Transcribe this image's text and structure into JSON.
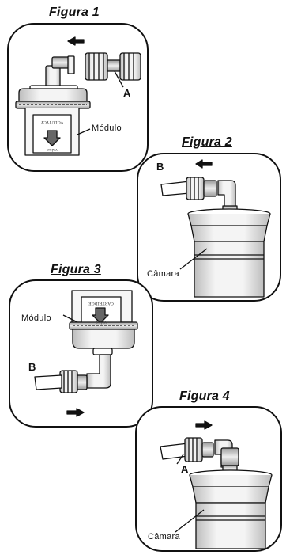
{
  "figures": [
    {
      "title": "Figura 1",
      "labels": {
        "part": "A",
        "component": "Módulo"
      }
    },
    {
      "title": "Figura 2",
      "labels": {
        "part": "B",
        "component": "Câmara"
      }
    },
    {
      "title": "Figura 3",
      "labels": {
        "part": "B",
        "component": "Módulo"
      }
    },
    {
      "title": "Figura 4",
      "labels": {
        "part": "A",
        "component": "Câmara"
      }
    }
  ],
  "module_text": {
    "top": "VOLUTYCY",
    "middle": "CARTRIDGE",
    "bottom": "value"
  },
  "arrows": [
    "left",
    "left",
    "right",
    "right"
  ],
  "colors": {
    "line": "#111111",
    "panel_bg": "#ffffff",
    "part_gray": "#d9d9d9",
    "part_dark": "#8c8c8c"
  }
}
